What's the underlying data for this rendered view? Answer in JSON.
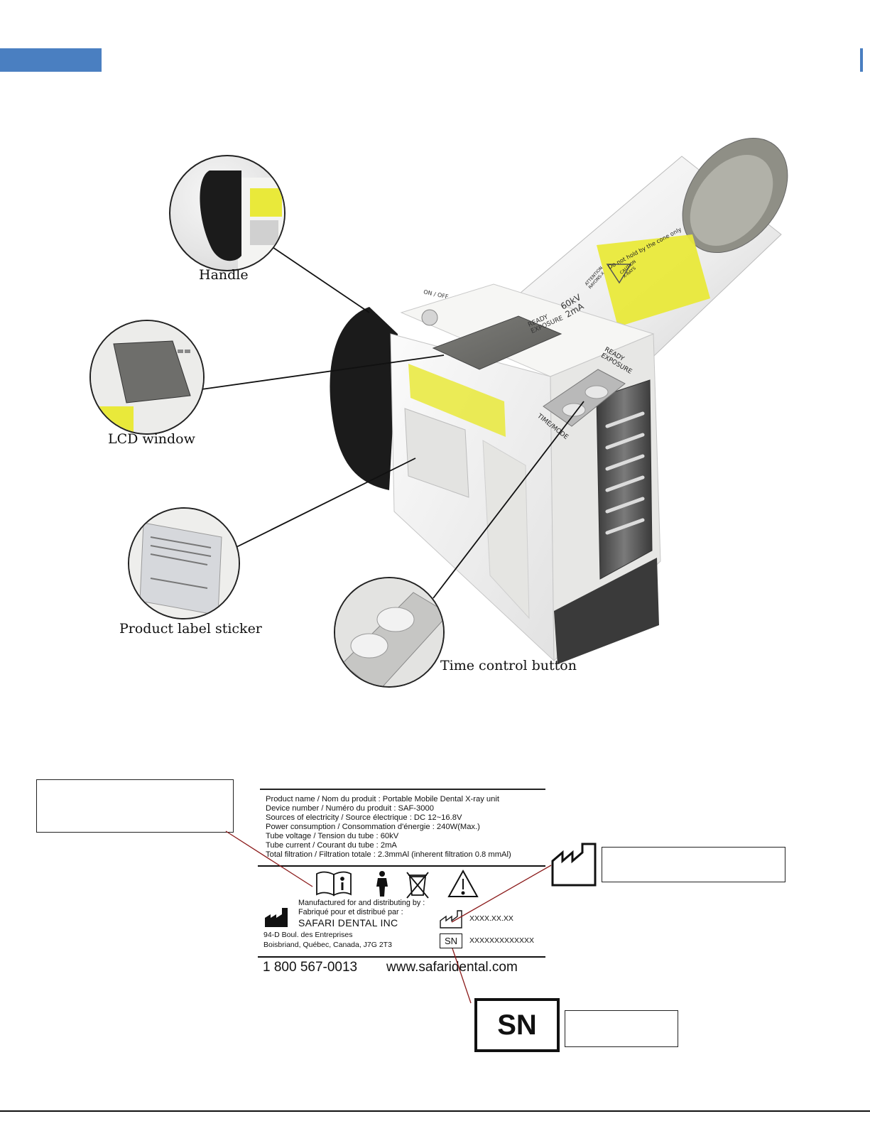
{
  "callouts": {
    "handle": "Handle",
    "lcd": "LCD window",
    "sticker": "Product label sticker",
    "button": "Time control button"
  },
  "device_markings": {
    "on_off": "ON / OFF",
    "ready_exposure_top": "READY\nEXPOSURE",
    "ready_exposure_side": "READY\nEXPOSURE",
    "kv_ma": "60kV\n2mA",
    "time_mode": "TIME/MODE",
    "caution": "CAUTION\nX-RAYS",
    "attention": "ATTENTION\nRAYONS-X",
    "cone_warning": "Do not hold by the cone only"
  },
  "label": {
    "specs": [
      "Product name / Nom du produit : Portable Mobile Dental X-ray unit",
      "Device number / Numéro du produit : SAF-3000",
      "Sources of electricity / Source électrique : DC 12~16.8V",
      "Power consumption / Consommation d'énergie : 240W(Max.)",
      "Tube voltage / Tension du tube : 60kV",
      "Tube current / Courant du tube : 2mA",
      "Total filtration / Filtration totale : 2.3mmAl (inherent filtration 0.8 mmAl)"
    ],
    "mfr_intro_en": "Manufactured for and distributing by :",
    "mfr_intro_fr": "Fabriqué pour et distribué par :",
    "company": "SAFARI DENTAL INC",
    "address1": "94-D Boul. des Entreprises",
    "address2": "Boisbriand, Québec, Canada, J7G 2T3",
    "date_value": "XXXX.XX.XX",
    "sn_value": "XXXXXXXXXXXXX",
    "sn_symbol": "SN",
    "phone": "1 800 567-0013",
    "website": "www.safaridental.com"
  },
  "sn_large": "SN",
  "colors": {
    "header_bar": "#4a7fc1",
    "caution_yellow": "#e9e93a",
    "device_white": "#f1f1ef",
    "strap_black": "#1b1b1b"
  }
}
